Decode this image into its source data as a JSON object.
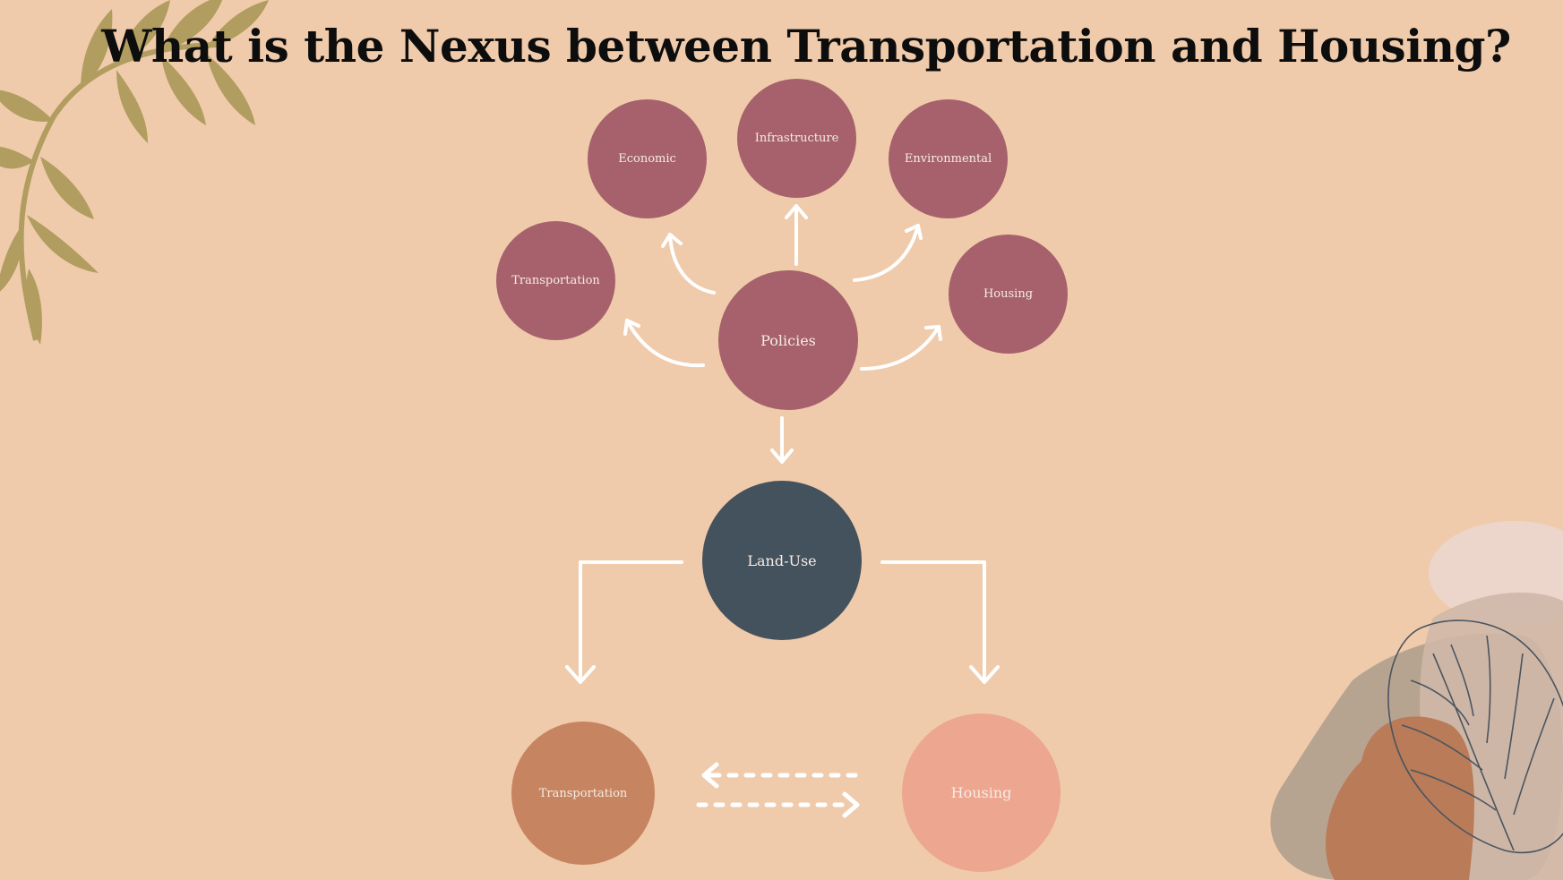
{
  "title": "What is the Nexus between Transportation and Housing?",
  "nodes": {
    "policies": "Policies",
    "economic": "Economic",
    "infrastructure": "Infrastructure",
    "environmental": "Environmental",
    "transportation_top": "Transportation",
    "housing_top": "Housing",
    "land_use": "Land-Use",
    "transportation_bottom": "Transportation",
    "housing_bottom": "Housing"
  },
  "colors": {
    "background": "#efcbab",
    "plum": "#a6616c",
    "slate": "#44525e",
    "terra": "#c78460",
    "peach": "#eda68f",
    "olive_leaf": "#b19d5f",
    "arrow": "#ffffff"
  },
  "decorations": [
    "fern-leaf-top-left",
    "monstera-leaf-bottom-right",
    "blob-shapes-bottom-right"
  ]
}
